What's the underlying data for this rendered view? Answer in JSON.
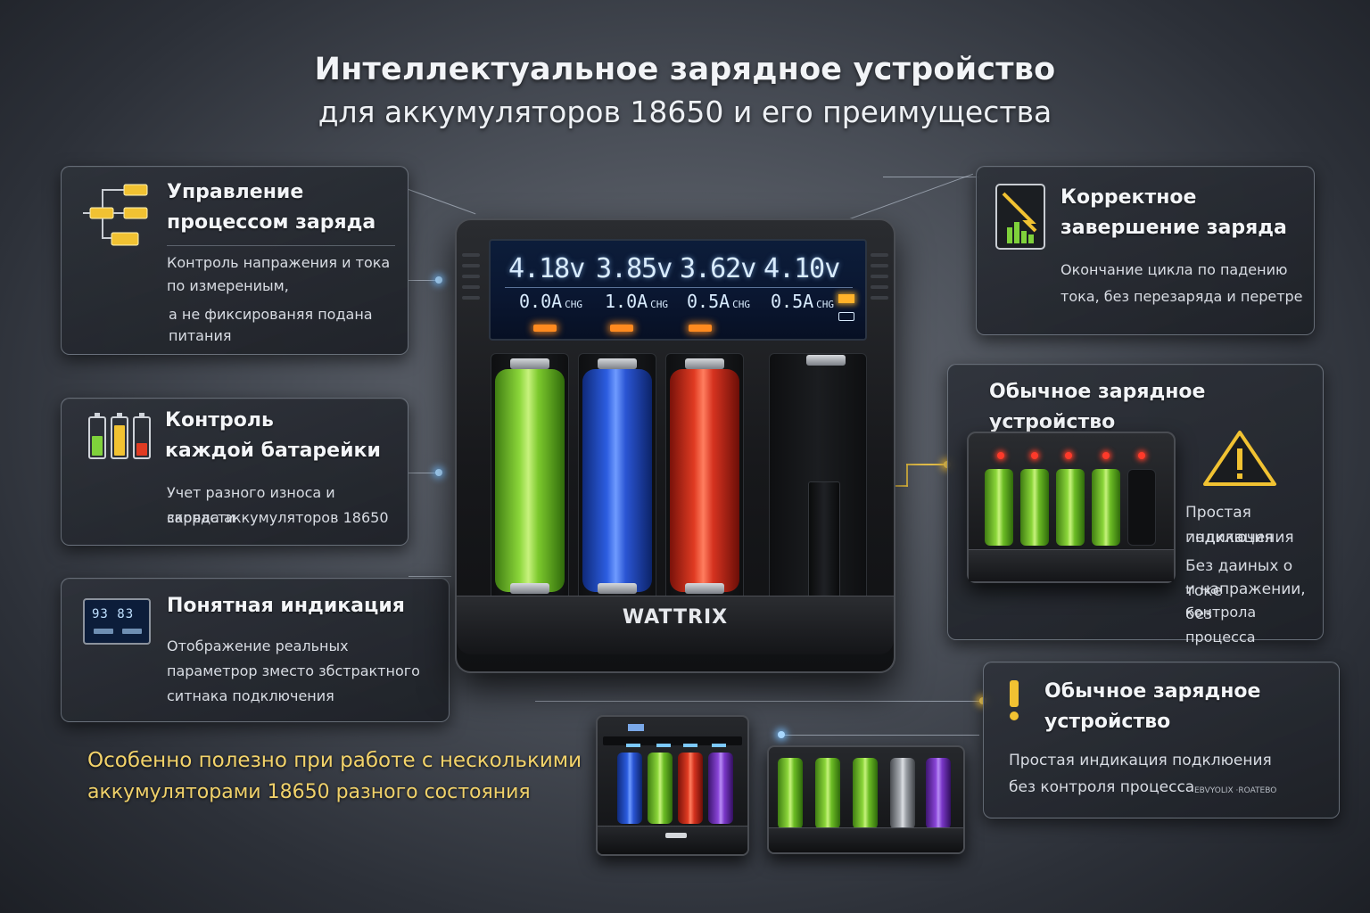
{
  "header": {
    "title_line1": "Интеллектуальное зарядное устройство",
    "title_line2": "для аккумуляторов 18650 и его преимущества"
  },
  "left_panels": [
    {
      "title_line1": "Управление",
      "title_line2": "процессом заряда",
      "text": [
        "Контроль напражения и тока",
        "по измерениым,",
        "а не фиксированяя подана",
        "питания"
      ],
      "icon": "flowchart-icon"
    },
    {
      "title_line1": "Контроль",
      "title_line2": "каждой батарейки",
      "text": [
        "Учет разного износа и скорасти",
        "заряда аккумуляторов 18650"
      ],
      "icon": "battery-levels-icon"
    },
    {
      "title_line1": "Понятная индикация",
      "text": [
        "Отображение реальных",
        "параметрор зместо збстрактного",
        "ситнака подключения"
      ],
      "icon": "display-icon",
      "icon_digits": "93 83"
    }
  ],
  "right_panels": [
    {
      "title_line1": "Корректное",
      "title_line2": "завершение заряда",
      "text": [
        "Окончание цикла по падению",
        "тока, без перезаряда и перетре"
      ],
      "icon": "charge-complete-icon"
    },
    {
      "title": "Обычное зарядное устройство",
      "text": [
        "Простая индикация",
        "подключения",
        "Без даиных о токе",
        "и напражении, без",
        "контрола процесса"
      ],
      "icon": "warning-triangle-icon"
    },
    {
      "title_line1": "Обычное зарядное",
      "title_line2": "устройство",
      "text": [
        "Простая индикация подклюения",
        "без контроля процесса"
      ],
      "footnote": "EBVYOLIX ·ROATEBO",
      "icon": "exclamation-icon"
    }
  ],
  "charger": {
    "brand": "WATTRIX",
    "channels": [
      {
        "voltage": "4.18v",
        "current": "0.0A",
        "status": "CHG",
        "battery": "green"
      },
      {
        "voltage": "3.85v",
        "current": "1.0A",
        "status": "CHG",
        "battery": "blue"
      },
      {
        "voltage": "3.62v",
        "current": "0.5A",
        "status": "CHG",
        "battery": "red"
      },
      {
        "voltage": "4.10v",
        "current": "0.5A",
        "status": "CHG",
        "battery": "empty"
      }
    ]
  },
  "bottom": {
    "line1": "Особенно полезно при работе с несколькими",
    "line2": "аккумуляторами 18650 разного состояния"
  },
  "colors": {
    "accent_gold": "#f3d36a",
    "led_orange": "#ff8a1f",
    "battery_green": "#8bd63a",
    "battery_blue": "#2c5de0",
    "battery_red": "#e03b22"
  }
}
